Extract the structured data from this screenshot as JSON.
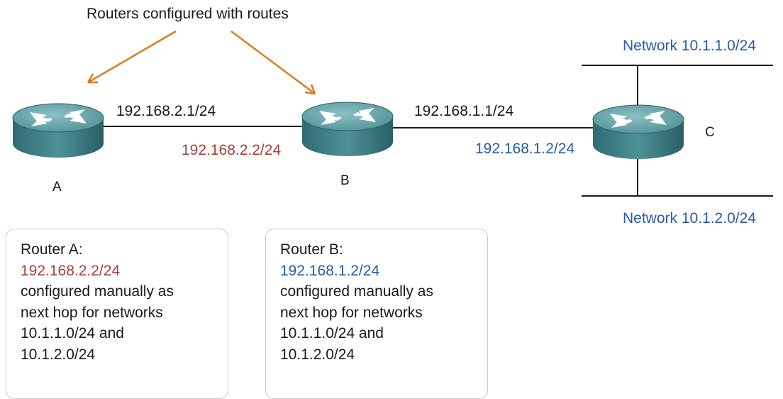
{
  "colors": {
    "arrow": "#e07a1f",
    "link": "#1a1a1a",
    "red_label": "#a5423a",
    "blue_label": "#2a5aa8",
    "router_top": "#6aa4aa",
    "router_side": "#3d7e84"
  },
  "callout": "Routers configured with routes",
  "routers": [
    {
      "name": "A",
      "icon": "router-icon"
    },
    {
      "name": "B",
      "icon": "router-icon"
    },
    {
      "name": "C",
      "icon": "router-icon"
    }
  ],
  "links": {
    "ab_a_addr": "192.168.2.1/24",
    "ab_b_addr": "192.168.2.2/24",
    "bc_b_addr": "192.168.1.1/24",
    "bc_c_addr": "192.168.1.2/24"
  },
  "networks": {
    "top": "Network 10.1.1.0/24",
    "bottom": "Network 10.1.2.0/24"
  },
  "notes": [
    {
      "title": "Router A:",
      "next_hop": "192.168.2.2/24",
      "lines": [
        "configured manually as",
        "next hop for networks",
        "10.1.1.0/24 and",
        "10.1.2.0/24"
      ]
    },
    {
      "title": "Router B:",
      "next_hop": "192.168.1.2/24",
      "lines": [
        "configured manually as",
        "next hop for networks",
        "10.1.1.0/24 and",
        "10.1.2.0/24"
      ]
    }
  ]
}
